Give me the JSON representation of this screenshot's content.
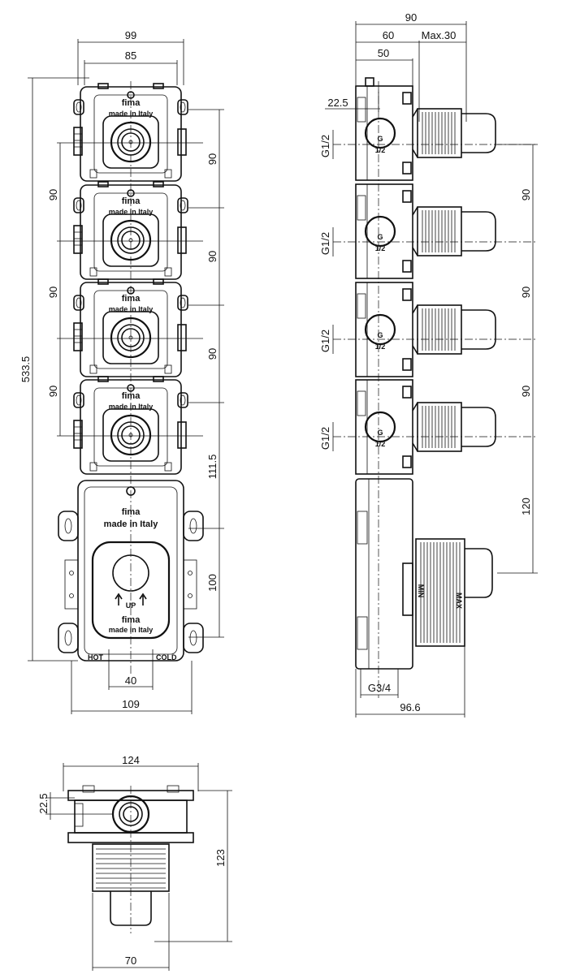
{
  "front_view": {
    "dims": {
      "width_top_outer": "99",
      "width_top_inner": "85",
      "height_total": "533.5",
      "pitch_left_1": "90",
      "pitch_left_2": "90",
      "pitch_left_3": "90",
      "pitch_right_1": "90",
      "pitch_right_2": "90",
      "pitch_right_3": "90",
      "pitch_right_4": "111.5",
      "pitch_right_5": "100",
      "inlet_spacing": "40",
      "width_bottom": "109"
    },
    "module_brand": "fima",
    "module_origin": "made in Italy",
    "base_brand": "fima",
    "base_origin": "made in Italy",
    "base_brand_2": "fima",
    "base_origin_2": "made in Italy",
    "up_label": "UP",
    "hot_label": "HOT",
    "cold_label": "COLD"
  },
  "side_view": {
    "dims": {
      "depth_total": "90",
      "depth_body": "60",
      "depth_max": "Max.30",
      "depth_port": "50",
      "port_offset": "22.5",
      "thread_1": "G1/2",
      "thread_2": "G1/2",
      "thread_3": "G1/2",
      "thread_4": "G1/2",
      "pitch_1": "90",
      "pitch_2": "90",
      "pitch_3": "90",
      "pitch_4": "120",
      "thread_inlet": "G3/4",
      "depth_base": "96.6"
    },
    "port_label_g": "G",
    "port_label_size": "1/2",
    "min_label": "MIN",
    "max_label": "MAX"
  },
  "bottom_view": {
    "dims": {
      "width": "124",
      "offset": "22.5",
      "height": "123",
      "width_bottom": "70"
    }
  }
}
